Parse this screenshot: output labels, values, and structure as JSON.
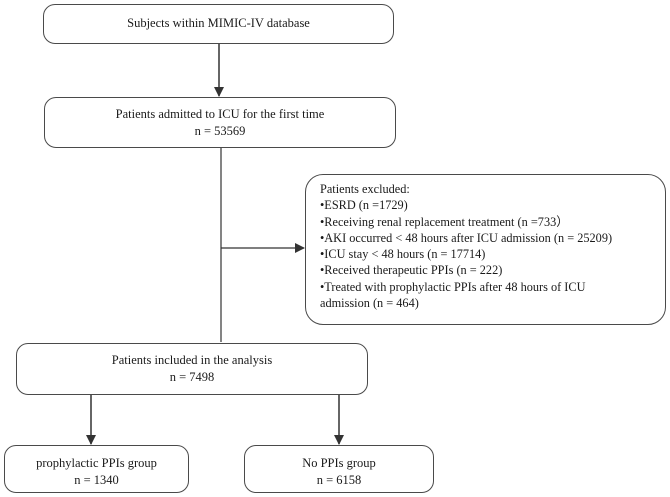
{
  "boxes": {
    "subjects": {
      "lines": [
        "Subjects within MIMIC-IV database"
      ]
    },
    "first_icu": {
      "lines": [
        "Patients  admitted to ICU for the first time",
        "n = 53569"
      ]
    },
    "excluded": {
      "title": "Patients excluded:",
      "items": [
        "•ESRD (n =1729)",
        "•Receiving renal replacement treatment (n =733）",
        "•AKI occurred  < 48 hours after ICU admission (n = 25209)",
        "•ICU stay < 48 hours (n = 17714)",
        "•Received therapeutic PPIs (n = 222)",
        "•Treated with prophylactic PPIs after 48 hours of ICU",
        "admission (n = 464)"
      ]
    },
    "included": {
      "lines": [
        "Patients included in the analysis",
        "n = 7498"
      ]
    },
    "prophylactic": {
      "lines": [
        "prophylactic PPIs group",
        "n = 1340"
      ]
    },
    "no_ppi": {
      "lines": [
        "No  PPIs group",
        "n = 6158"
      ]
    }
  }
}
